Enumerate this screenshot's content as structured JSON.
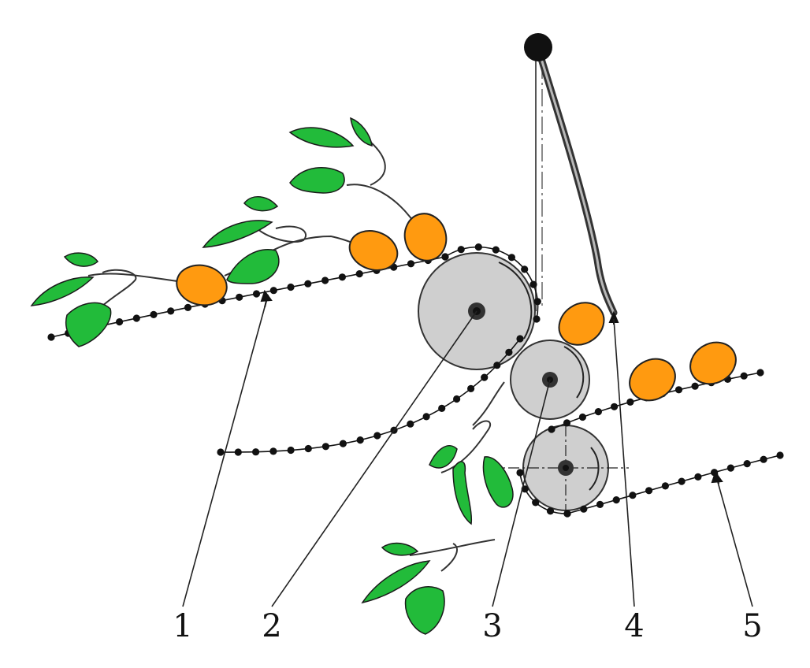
{
  "labels": {
    "l1": "1",
    "l2": "2",
    "l3": "3",
    "l4": "4",
    "l5": "5"
  },
  "colors": {
    "leaf": "#22bb3a",
    "tuber": "#ff9a10",
    "roller": "#cfcfcf",
    "chain": "#111111",
    "outline": "#222222"
  }
}
